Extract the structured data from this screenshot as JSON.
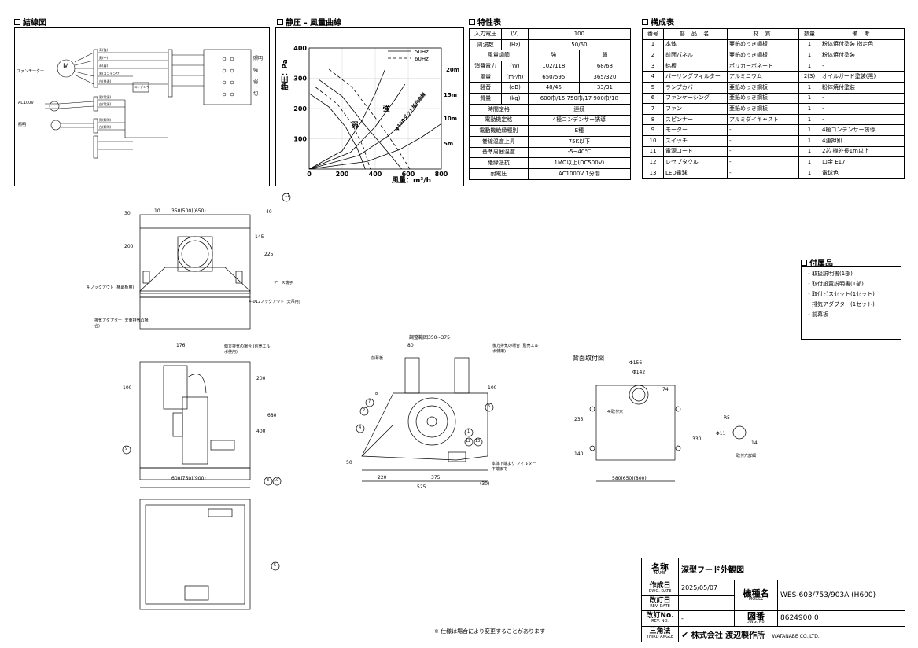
{
  "sections": {
    "wiring": "結線図",
    "pq_curve": "静圧 - 風量曲線",
    "characteristics": "特性表",
    "composition": "構成表",
    "accessories": "付属品"
  },
  "wiring": {
    "fan_motor": "ファンモーター",
    "motor_symbol": "M",
    "ac100v": "AC100V",
    "lighting": "照明",
    "condenser": "コンデンサ",
    "switch_labels": [
      "照明",
      "強",
      "弱",
      "切"
    ],
    "wire_labels": [
      "青(強)",
      "黄(中)",
      "赤(弱)",
      "黒(コンデンサ)",
      "白(共通)",
      "黒(電源)",
      "白(電源)",
      "黒(照明)",
      "白(照明)"
    ]
  },
  "chart_data": {
    "type": "line",
    "ylabel": "静圧：Pa",
    "xlabel": "風量：m³/h",
    "xlim": [
      0,
      800
    ],
    "ylim": [
      0,
      400
    ],
    "xticks": [
      0,
      200,
      400,
      600,
      800
    ],
    "yticks": [
      100,
      200,
      300,
      400
    ],
    "legend": [
      "50Hz",
      "60Hz"
    ],
    "legend_position": "top-right",
    "annotations": [
      "強",
      "弱",
      "φ150ダクト抵抗曲線",
      "20m",
      "15m",
      "10m",
      "5m"
    ],
    "series": [
      {
        "name": "50Hz",
        "style": "solid",
        "points": [
          [
            60,
            295
          ],
          [
            200,
            240
          ],
          [
            330,
            150
          ],
          [
            470,
            60
          ],
          [
            560,
            0
          ]
        ]
      },
      {
        "name": "60Hz",
        "style": "dashed",
        "points": [
          [
            120,
            330
          ],
          [
            260,
            270
          ],
          [
            400,
            170
          ],
          [
            530,
            70
          ],
          [
            610,
            0
          ]
        ]
      },
      {
        "name": "50Hz",
        "style": "solid",
        "points": [
          [
            0,
            250
          ],
          [
            120,
            205
          ],
          [
            220,
            140
          ],
          [
            290,
            70
          ],
          [
            340,
            0
          ]
        ]
      },
      {
        "name": "60Hz",
        "style": "dashed",
        "points": [
          [
            40,
            270
          ],
          [
            170,
            215
          ],
          [
            260,
            150
          ],
          [
            330,
            70
          ],
          [
            370,
            0
          ]
        ]
      },
      {
        "name": "20m",
        "style": "solid",
        "points": [
          [
            0,
            0
          ],
          [
            200,
            60
          ],
          [
            320,
            160
          ],
          [
            400,
            250
          ],
          [
            460,
            330
          ]
        ]
      },
      {
        "name": "15m",
        "style": "solid",
        "points": [
          [
            0,
            0
          ],
          [
            250,
            55
          ],
          [
            400,
            140
          ],
          [
            520,
            230
          ],
          [
            580,
            280
          ]
        ]
      },
      {
        "name": "10m",
        "style": "solid",
        "points": [
          [
            0,
            0
          ],
          [
            300,
            45
          ],
          [
            480,
            110
          ],
          [
            600,
            170
          ],
          [
            660,
            215
          ]
        ]
      },
      {
        "name": "5m",
        "style": "solid",
        "points": [
          [
            0,
            0
          ],
          [
            350,
            25
          ],
          [
            550,
            65
          ],
          [
            680,
            105
          ],
          [
            800,
            150
          ]
        ]
      }
    ]
  },
  "spec_table": [
    [
      "入力電圧",
      "(V)",
      "100"
    ],
    [
      "周波数",
      "(Hz)",
      "50/60"
    ],
    [
      "風量調節",
      "",
      "強",
      "弱"
    ],
    [
      "消費電力",
      "(W)",
      "102/118",
      "68/68"
    ],
    [
      "風量",
      "(m³/h)",
      "650/595",
      "365/320"
    ],
    [
      "騒音",
      "(dB)",
      "48/46",
      "33/31"
    ],
    [
      "質量",
      "(kg)",
      "600巾/15 750巾/17 900巾/18"
    ],
    [
      "時間定格",
      "",
      "連続"
    ],
    [
      "電動機定格",
      "",
      "4極コンデンサー誘導"
    ],
    [
      "電動機絶縁種別",
      "",
      "E種"
    ],
    [
      "巻線温度上昇",
      "",
      "75K以下"
    ],
    [
      "基準周囲温度",
      "",
      "-5~40℃"
    ],
    [
      "絶縁抵抗",
      "",
      "1MΩ以上(DC500V)"
    ],
    [
      "耐電圧",
      "",
      "AC1000V 1分間"
    ]
  ],
  "parts_table": {
    "headers": [
      "番号",
      "部 品 名",
      "材 質",
      "数量",
      "備 考"
    ],
    "rows": [
      [
        "1",
        "本体",
        "亜鉛めっき鋼板",
        "1",
        "粉体焼付塗装 指定色"
      ],
      [
        "2",
        "前面パネル",
        "亜鉛めっき鋼板",
        "1",
        "粉体焼付塗装"
      ],
      [
        "3",
        "銘板",
        "ポリカーボネート",
        "1",
        "-"
      ],
      [
        "4",
        "バーリングフィルター",
        "アルミニウム",
        "2(3)",
        "オイルガード塗装(黒)"
      ],
      [
        "5",
        "ランプカバー",
        "亜鉛めっき鋼板",
        "1",
        "粉体焼付塗装"
      ],
      [
        "6",
        "ファンケーシング",
        "亜鉛めっき鋼板",
        "1",
        "-"
      ],
      [
        "7",
        "ファン",
        "亜鉛めっき鋼板",
        "1",
        "-"
      ],
      [
        "8",
        "スピンナー",
        "アルミダイキャスト",
        "1",
        "-"
      ],
      [
        "9",
        "モーター",
        "-",
        "1",
        "4極コンデンサー誘導"
      ],
      [
        "10",
        "スイッチ",
        "-",
        "1",
        "4連押釦"
      ],
      [
        "11",
        "電源コード",
        "-",
        "1",
        "2芯 機外長1m以上"
      ],
      [
        "12",
        "レセプタクル",
        "-",
        "1",
        "口金 E17"
      ],
      [
        "13",
        "LED電球",
        "-",
        "1",
        "電球色"
      ]
    ]
  },
  "accessories": [
    "・取扱説明書(1部)",
    "・取付設置説明書(1部)",
    "・取付ビスセット(1セット)",
    "・排気アダプター(1セット)",
    "・前幕板"
  ],
  "drawing": {
    "front_dims": [
      "10",
      "350(500)(650)",
      "30",
      "200",
      "145",
      "225",
      "40"
    ],
    "front_labels": [
      "4-ノックアウト (横幕板用)",
      "4-Φ12ノックアウト (天吊用)",
      "アース端子",
      "排気アダプター (天面排気の場合)"
    ],
    "side_dims": [
      "176",
      "100",
      "200",
      "400",
      "680",
      "600(750)(900)"
    ],
    "side_labels": [
      "側方排気の場合 (別売エルボ使用)"
    ],
    "section_dims": [
      "調整範囲350~375",
      "80",
      "100",
      "50",
      "220",
      "375",
      "525",
      "(30)"
    ],
    "section_labels": [
      "前幕板",
      "後方排気の場合 (別売エルボ使用)",
      "本体下端より フィルター下端まで"
    ],
    "back_title": "背面取付図",
    "back_dims": [
      "Φ156",
      "Φ142",
      "74",
      "235",
      "140",
      "330",
      "14",
      "R5",
      "Φ11",
      "580(650)(800)"
    ],
    "back_labels": [
      "4-取付穴",
      "取付穴詳細"
    ],
    "balloons": [
      "1",
      "2",
      "3",
      "4",
      "5",
      "6",
      "7",
      "8",
      "9",
      "10",
      "11",
      "12",
      "13"
    ]
  },
  "footnote": "※ 仕様は場合により変更することがあります",
  "title_block": {
    "name_label": "名称",
    "name_sub": "NAME",
    "name_value": "深型フード外観図",
    "date_label": "作成日",
    "date_sub": "DWG. DATE",
    "date_value": "2025/05/07",
    "model_label": "機種名",
    "model_sub": "MODEL",
    "model_value": "WES-603/753/903A (H600)",
    "revdate_label": "改訂日",
    "revdate_sub": "REV. DATE",
    "revno_label": "改訂No.",
    "revno_sub": "REV. NO.",
    "revno_value": "-",
    "dwgno_label": "図番",
    "dwgno_sub": "DWG. No.",
    "dwgno_value": "8624900 0",
    "angle_label": "三角法",
    "angle_sub": "THIRD ANGLE",
    "company": "株式会社 渡辺製作所",
    "company_en": "WATANABE CO.,LTD."
  }
}
